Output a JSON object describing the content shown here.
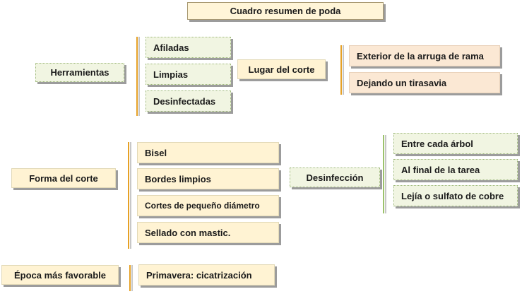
{
  "title": "Cuadro resumen de poda",
  "herramientas": {
    "label": "Herramientas",
    "items": [
      "Afiladas",
      "Limpias",
      "Desinfectadas"
    ]
  },
  "lugar_corte": {
    "label": "Lugar del corte",
    "items": [
      "Exterior de la arruga de rama",
      "Dejando un tirasavia"
    ]
  },
  "forma_corte": {
    "label": "Forma del corte",
    "items": [
      "Bisel",
      "Bordes limpios",
      "Cortes de pequeño diámetro",
      "Sellado con mastic."
    ]
  },
  "desinfeccion": {
    "label": "Desinfección",
    "items": [
      "Entre cada árbol",
      "Al final de la tarea",
      "Lejía o sulfato de cobre"
    ]
  },
  "epoca": {
    "label": "Época más favorable",
    "items": [
      "Primavera: cicatrización"
    ]
  },
  "colors": {
    "green_box": "#f1f5e2",
    "cream_box": "#fff3d3",
    "salmon_box": "#fbe8d4",
    "gold_bracket": "#e6a126",
    "green_bracket": "#9cc26c"
  }
}
